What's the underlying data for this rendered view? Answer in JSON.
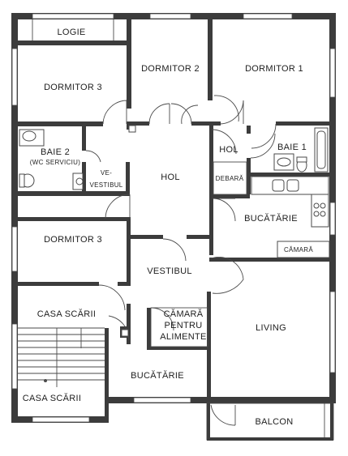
{
  "rooms": {
    "logie": "LOGIE",
    "dormitor_3_top": "DORMITOR 3",
    "dormitor_2": "DORMITOR 2",
    "dormitor_1": "DORMITOR 1",
    "baie_2": "BAIE 2",
    "baie_2_note": "(WC SERVICIU)",
    "vestibul_small_1": "VE-",
    "vestibul_small_2": "VESTIBUL",
    "hol_main": "HOL",
    "hol_small": "HOL",
    "baie_1": "BAIE 1",
    "debara": "DEBARĂ",
    "bucatarie_right": "BUCĂTĂRIE",
    "camara_right": "CĂMARĂ",
    "dormitor_3_mid": "DORMITOR 3",
    "vestibul": "VESTIBUL",
    "casa_scarii_top": "CASA SCĂRII",
    "camara_alimente_1": "CĂMARĂ",
    "camara_alimente_2": "PENTRU",
    "camara_alimente_3": "ALIMENTE",
    "living": "LIVING",
    "bucatarie_bottom": "BUCĂTĂRIE",
    "casa_scarii_bottom": "CASA SCĂRII",
    "balcon": "BALCON"
  },
  "colors": {
    "wall": "#3c3c3c",
    "line": "#4a4a4a",
    "background": "#ffffff",
    "text": "#1e1e1e"
  }
}
